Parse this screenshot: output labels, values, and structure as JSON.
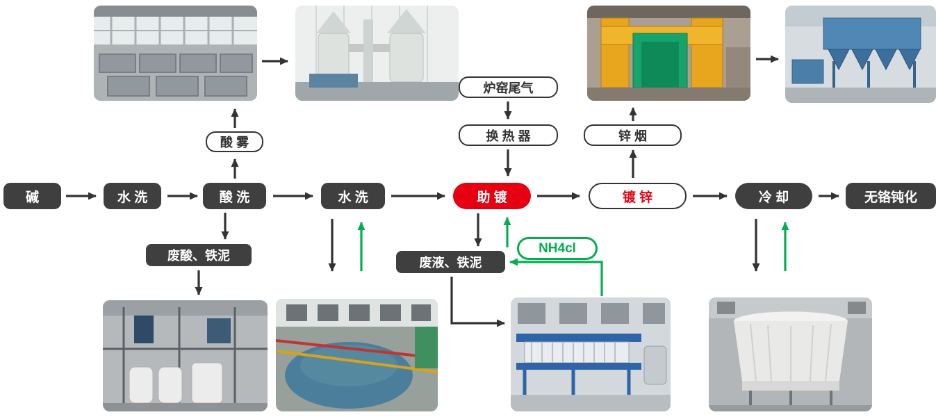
{
  "diagram": {
    "nodes": {
      "alkali": "碱",
      "water_wash_1": "水 洗",
      "acid_wash": "酸 洗",
      "water_wash_2": "水 洗",
      "flux": "助 镀",
      "galvanizing": "镀 锌",
      "cooling": "冷 却",
      "passivation": "无铬钝化",
      "acid_mist": "酸 雾",
      "furnace_tail_gas": "炉窑尾气",
      "heat_exchanger": "换 热 器",
      "zinc_fume": "锌 烟",
      "waste_acid_iron_mud": "废酸、铁泥",
      "waste_liquid_iron_mud": "废液、铁泥",
      "nh4cl": "NH4cl"
    },
    "photos": {
      "pickling_workshop": "pickling-workshop-photo",
      "acid_mist_scrubber": "acid-mist-scrubber-towers-photo",
      "galvanizing_furnace": "galvanizing-furnace-line-photo",
      "dust_collector": "bag-dust-collector-photo",
      "waste_acid_treatment": "waste-acid-treatment-equipment-photo",
      "rinse_water_treatment": "rinse-water-treatment-tank-photo",
      "filter_press": "filter-press-equipment-photo",
      "cooling_tower": "cooling-tower-photo"
    },
    "colors": {
      "dark_node": "#3f3f3f",
      "red_node": "#e60012",
      "green": "#00b050",
      "arrow": "#333333",
      "background": "#ffffff"
    }
  }
}
